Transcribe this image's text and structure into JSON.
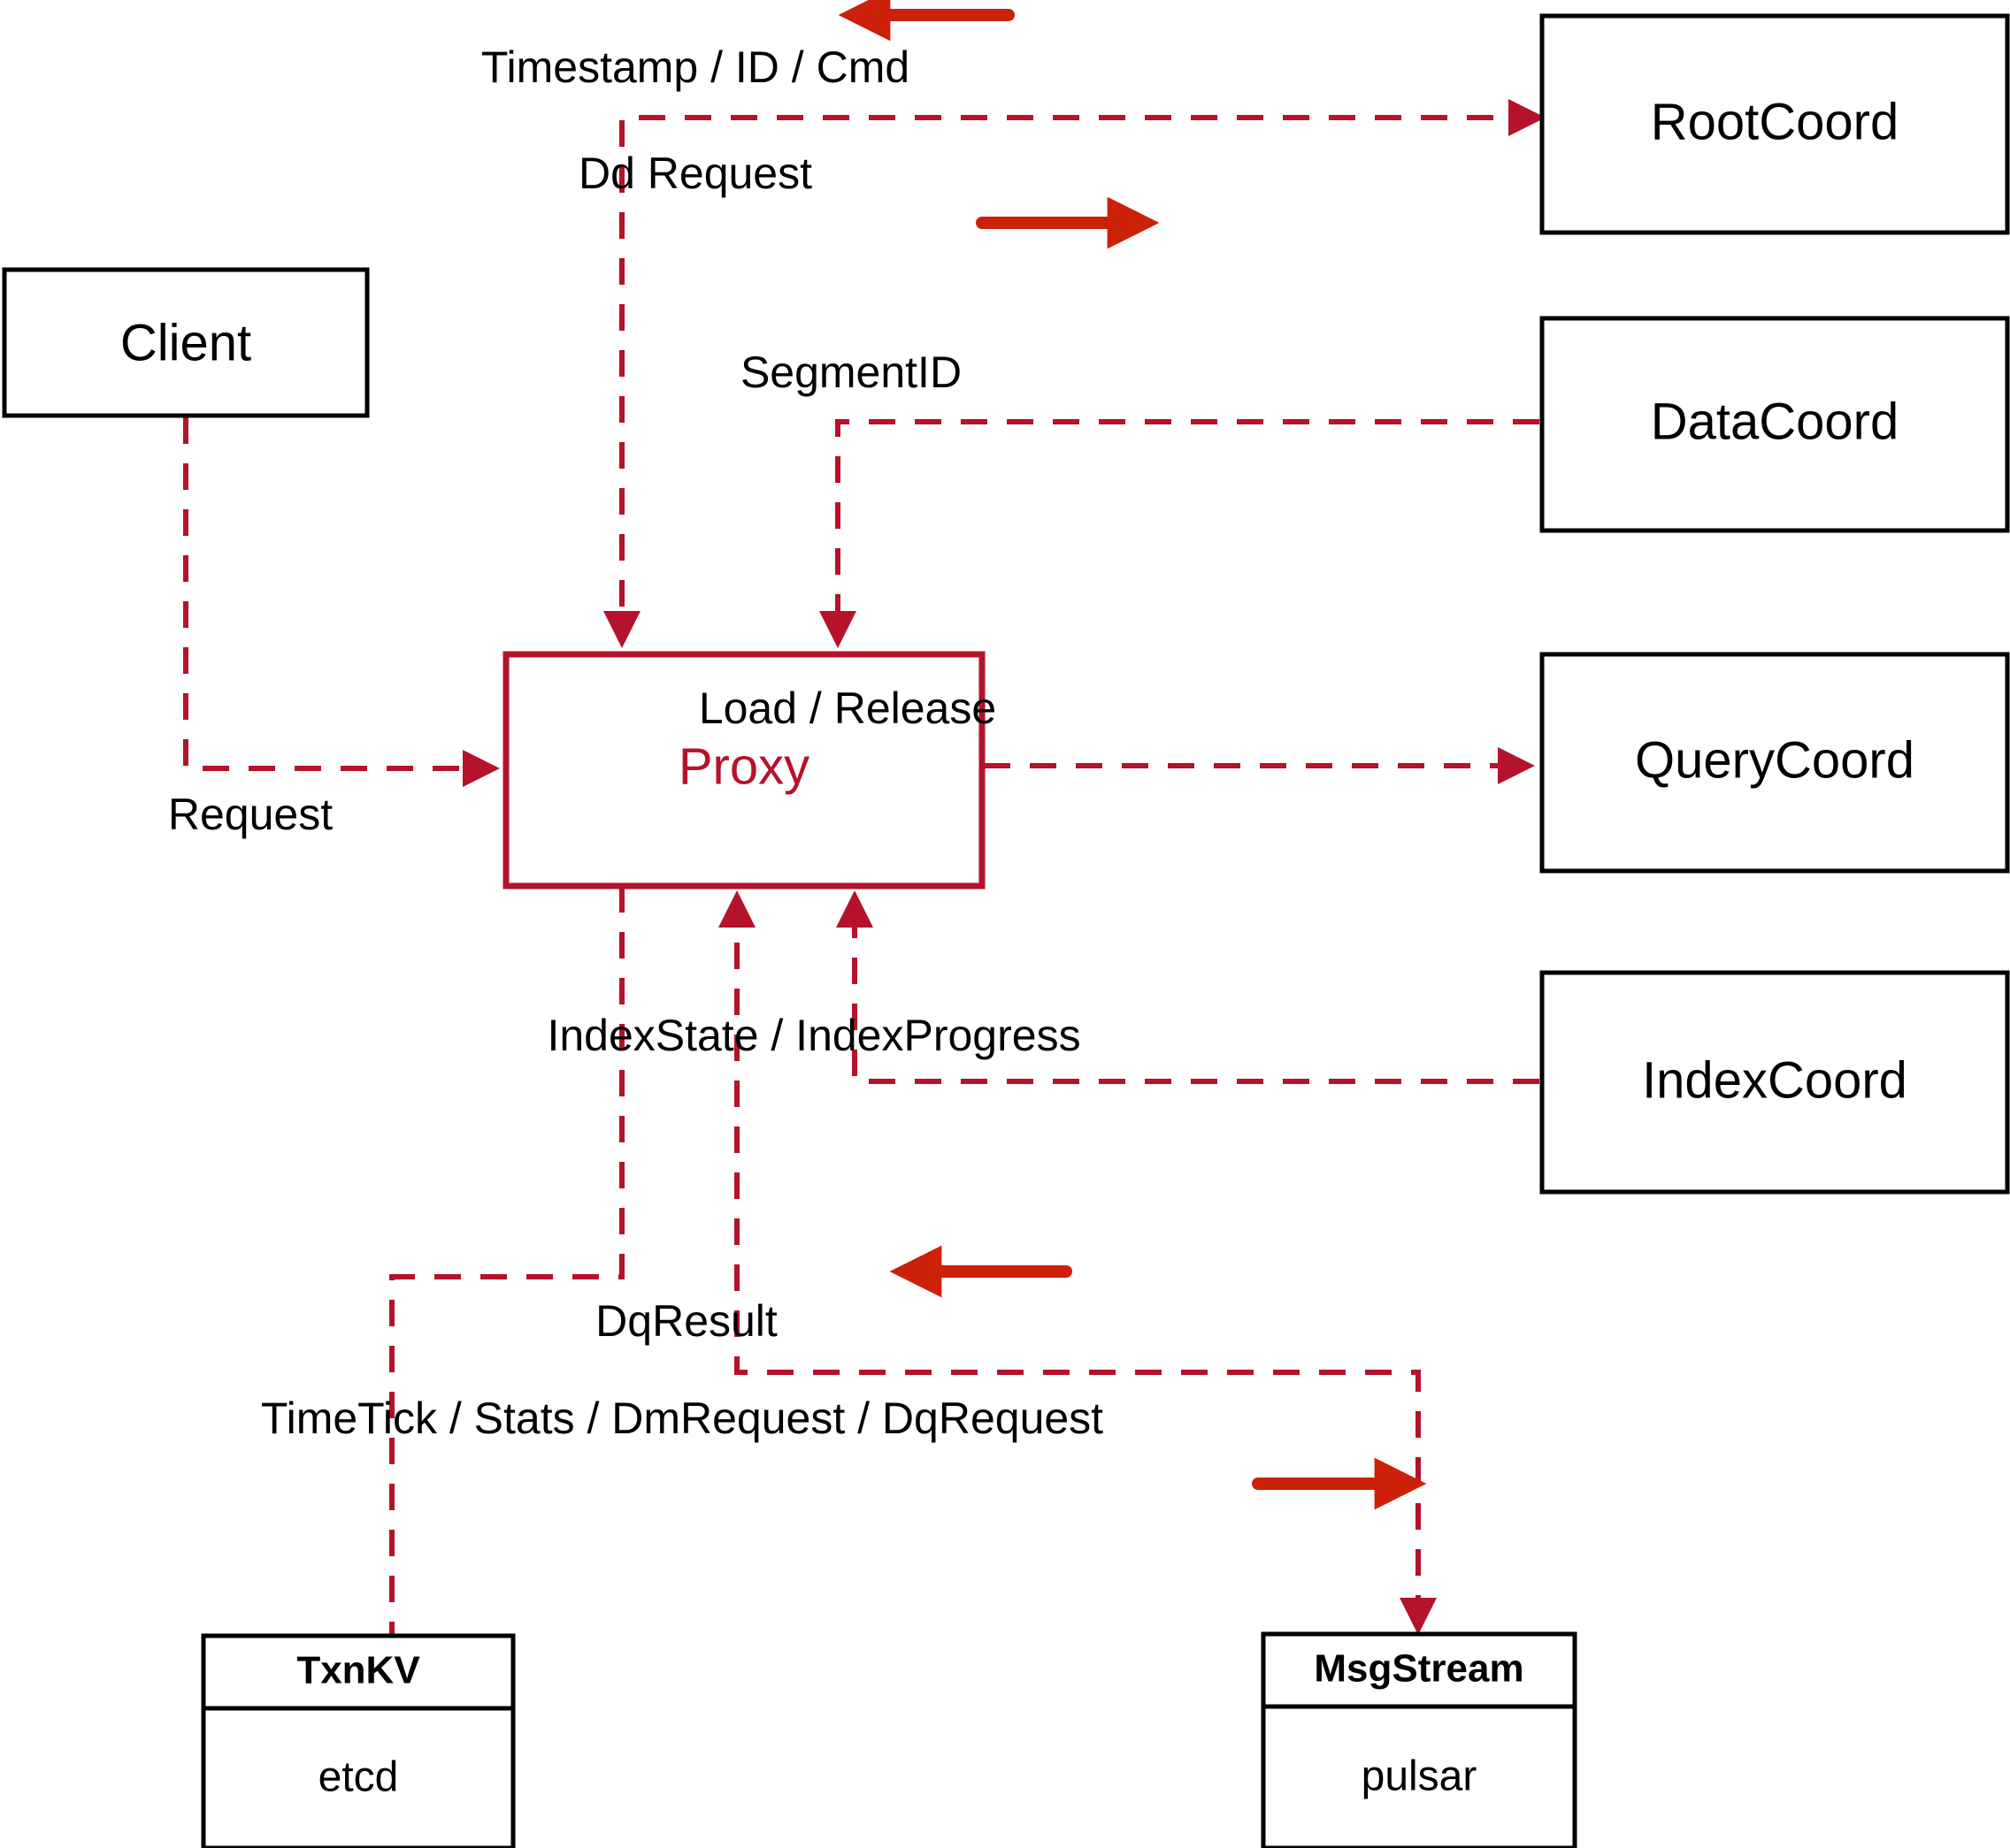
{
  "diagram": {
    "title": "Milvus Proxy interaction diagram",
    "colors": {
      "dashed_edge": "#b5122b",
      "flow_arrow": "#cc2108",
      "node_stroke": "#000000",
      "proxy_stroke": "#b5122b",
      "background": "#ffffff"
    },
    "nodes": {
      "client": {
        "label": "Client"
      },
      "proxy": {
        "label": "Proxy"
      },
      "root_coord": {
        "label": "RootCoord"
      },
      "data_coord": {
        "label": "DataCoord"
      },
      "query_coord": {
        "label": "QueryCoord"
      },
      "index_coord": {
        "label": "IndexCoord"
      },
      "txn_kv": {
        "title": "TxnKV",
        "body": "etcd"
      },
      "msg_stream": {
        "title": "MsgStream",
        "body": "pulsar"
      }
    },
    "edge_labels": {
      "timestamp_id_cmd": "Timestamp / ID / Cmd",
      "dd_request": "Dd Request",
      "segment_id": "SegmentID",
      "request": "Request",
      "load_release": "Load / Release",
      "index_state_progress": "IndexState / IndexProgress",
      "dq_result": "DqResult",
      "timetick_stats": "TimeTick / Stats / DmRequest / DqRequest"
    }
  }
}
